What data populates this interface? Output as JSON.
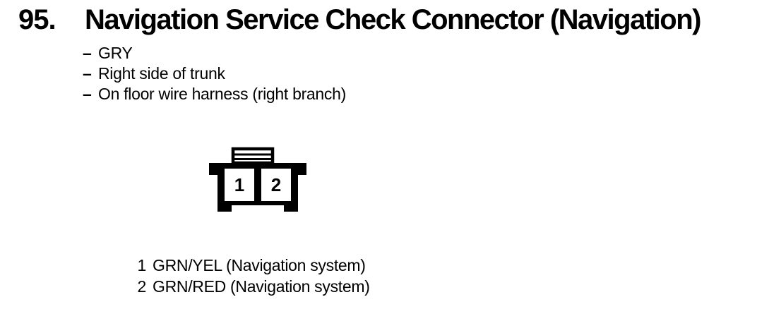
{
  "document": {
    "item_number": "95.",
    "title": "Navigation Service Check Connector (Navigation)",
    "bullet_dash": "–",
    "details": [
      "GRY",
      "Right side of trunk",
      "On floor wire harness (right branch)"
    ],
    "connector": {
      "cavity_labels": [
        "1",
        "2"
      ]
    },
    "pin_legend": [
      {
        "pin": "1",
        "wire": "GRN/YEL (Navigation system)"
      },
      {
        "pin": "2",
        "wire": "GRN/RED (Navigation system)"
      }
    ],
    "colors": {
      "ink": "#000000",
      "paper": "#ffffff"
    }
  }
}
